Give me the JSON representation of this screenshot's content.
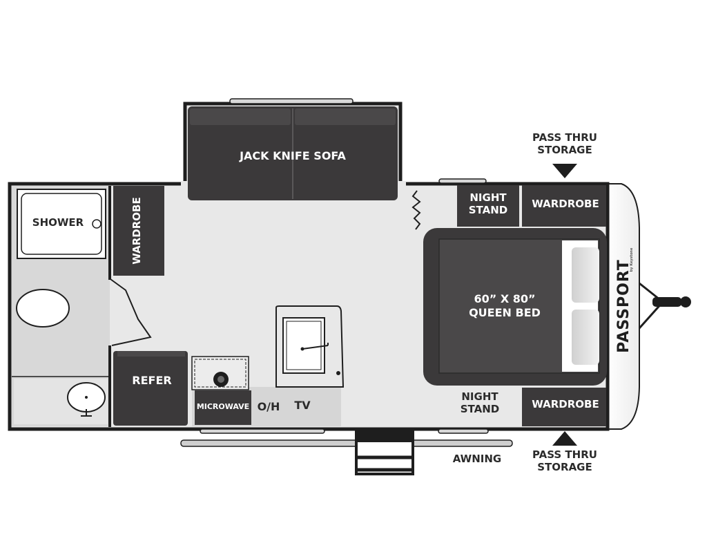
{
  "floorplan": {
    "brand": "PASSPORT",
    "brand_tagline": "by Keystone",
    "labels": {
      "sofa": "JACK KNIFE SOFA",
      "shower": "SHOWER",
      "wardrobe_bath": "WARDROBE",
      "refer": "REFER",
      "microwave": "MICROWAVE",
      "oh": "O/H",
      "tv": "TV",
      "night_stand_top_1": "NIGHT",
      "night_stand_top_2": "STAND",
      "wardrobe_top": "WARDROBE",
      "bed_line_1": "60” X 80”",
      "bed_line_2": "QUEEN BED",
      "night_stand_bottom_1": "NIGHT",
      "night_stand_bottom_2": "STAND",
      "wardrobe_bottom": "WARDROBE",
      "pass_thru_top_1": "PASS THRU",
      "pass_thru_top_2": "STORAGE",
      "pass_thru_bottom_1": "PASS THRU",
      "pass_thru_bottom_2": "STORAGE",
      "awning": "AWNING"
    },
    "colors": {
      "floor": "#e8e8e8",
      "wall": "#1e1e1e",
      "furniture_dark": "#3b393a",
      "furniture_mid": "#4a4849",
      "fixture_white": "#ffffff",
      "counter": "#d6d6d6",
      "arrow": "#1e1e1e"
    }
  }
}
